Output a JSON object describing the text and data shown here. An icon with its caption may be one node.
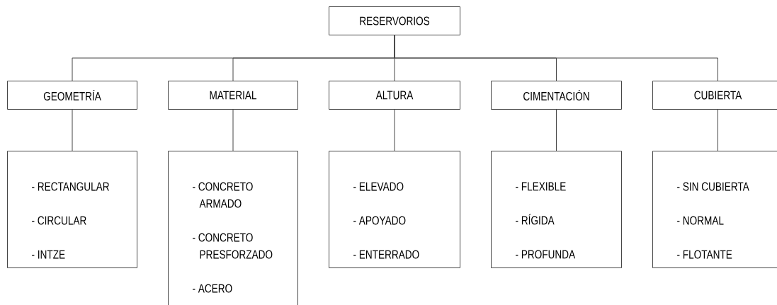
{
  "diagram": {
    "nodes": [
      {
        "text": [
          "RESERVORIOS"
        ]
      },
      {
        "text": [
          "GEOMETRÍA"
        ]
      },
      {
        "text": [
          "MATERIAL"
        ]
      },
      {
        "text": [
          "ALTURA"
        ]
      },
      {
        "text": [
          "CIMENTACIÓN"
        ]
      },
      {
        "text": [
          "CUBIERTA"
        ]
      },
      {
        "text": [
          "- RECTANGULAR",
          "- CIRCULAR",
          "- INTZE"
        ]
      },
      {
        "text": [
          "- CONCRETO ARMADO",
          "- CONCRETO PRESFORZADO",
          "- ACERO"
        ]
      },
      {
        "text": [
          "- ELEVADO",
          "- APOYADO",
          "- ENTERRADO"
        ]
      },
      {
        "text": [
          "- FLEXIBLE",
          "- RÍGIDA",
          "- PROFUNDA"
        ]
      },
      {
        "text": [
          "- SIN CUBIERTA",
          "- NORMAL",
          "- FLOTANTE"
        ]
      }
    ],
    "edges": [
      {
        "from": 0,
        "to": 1,
        "arrow": "none"
      },
      {
        "from": 0,
        "to": 2,
        "arrow": "none"
      },
      {
        "from": 0,
        "to": 3,
        "arrow": "none"
      },
      {
        "from": 0,
        "to": 4,
        "arrow": "none"
      },
      {
        "from": 0,
        "to": 5,
        "arrow": "none"
      },
      {
        "from": 1,
        "to": 6,
        "arrow": "none"
      },
      {
        "from": 2,
        "to": 7,
        "arrow": "none"
      },
      {
        "from": 3,
        "to": 8,
        "arrow": "none"
      },
      {
        "from": 4,
        "to": 9,
        "arrow": "none"
      },
      {
        "from": 5,
        "to": 10,
        "arrow": "none"
      }
    ]
  }
}
